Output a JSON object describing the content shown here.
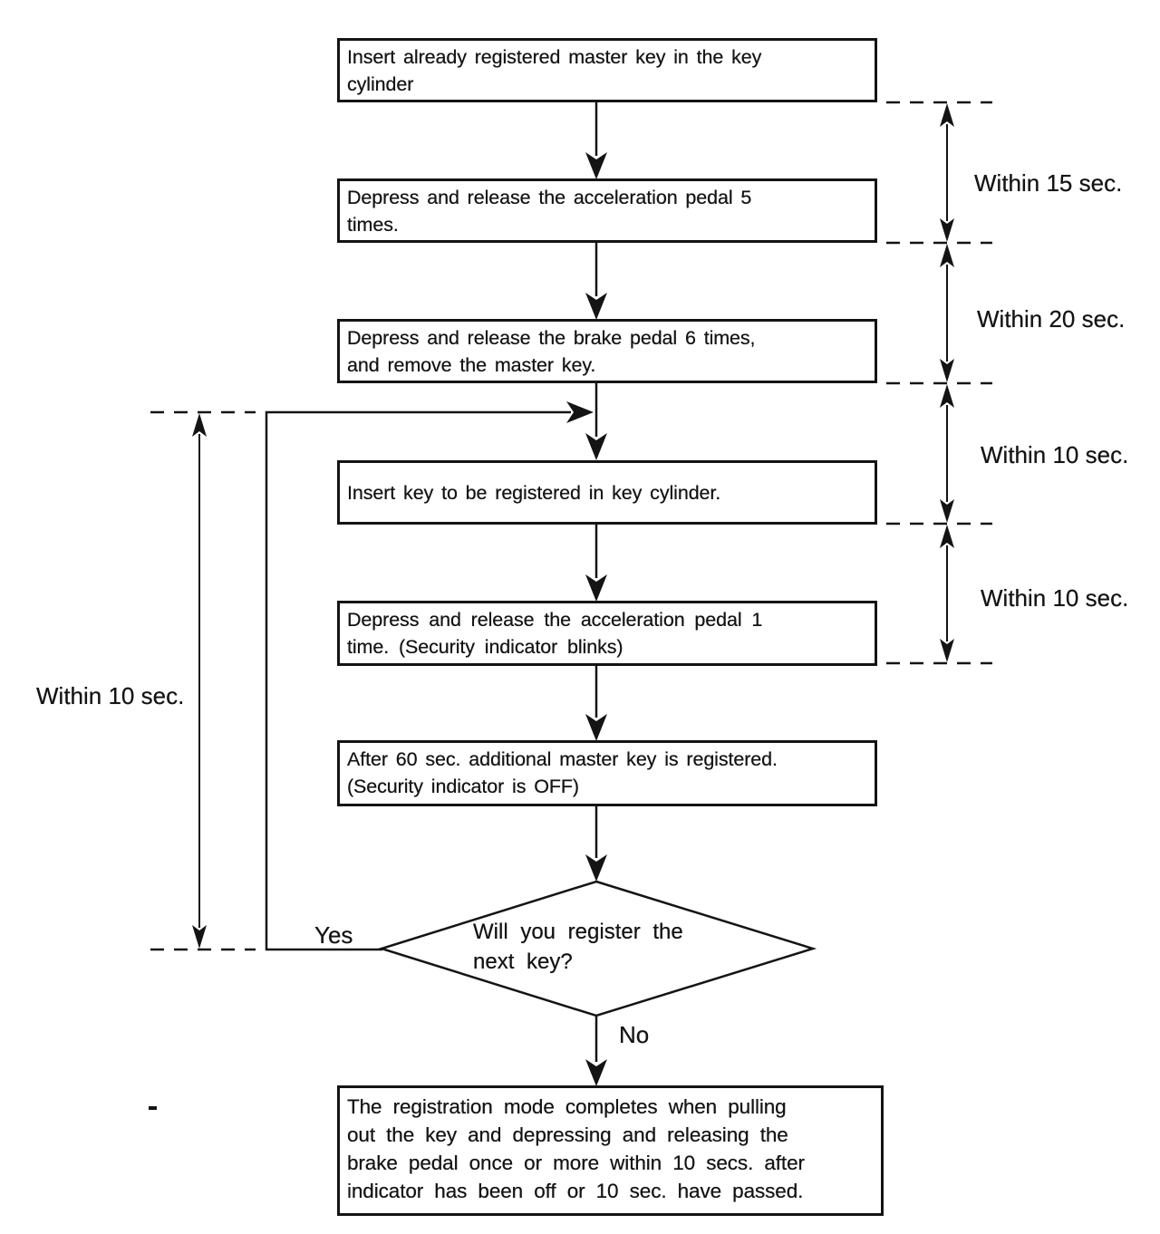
{
  "diagram": {
    "steps": [
      {
        "text": "Insert already registered master key in the key\ncylinder"
      },
      {
        "text": "Depress and release the acceleration pedal 5\ntimes."
      },
      {
        "text": "Depress and release the brake pedal 6 times,\nand remove the master key."
      },
      {
        "text": "Insert key to be registered in key cylinder."
      },
      {
        "text": "Depress and release the acceleration pedal 1\ntime. (Security indicator blinks)"
      },
      {
        "text": "After 60 sec. additional master key is registered.\n(Security indicator is OFF)"
      },
      {
        "text": "The registration mode completes when pulling\nout the key and depressing and releasing the\nbrake pedal once or more within 10 secs. after\nindicator has been off or 10 sec. have passed."
      }
    ],
    "decision": {
      "text": "Will you register the\nnext key?"
    },
    "branch_labels": {
      "yes": "Yes",
      "no": "No"
    },
    "timing_right": [
      "Within 15 sec.",
      "Within 20 sec.",
      "Within 10 sec.",
      "Within 10 sec."
    ],
    "timing_left": "Within 10 sec.",
    "line_color": "#141414"
  }
}
